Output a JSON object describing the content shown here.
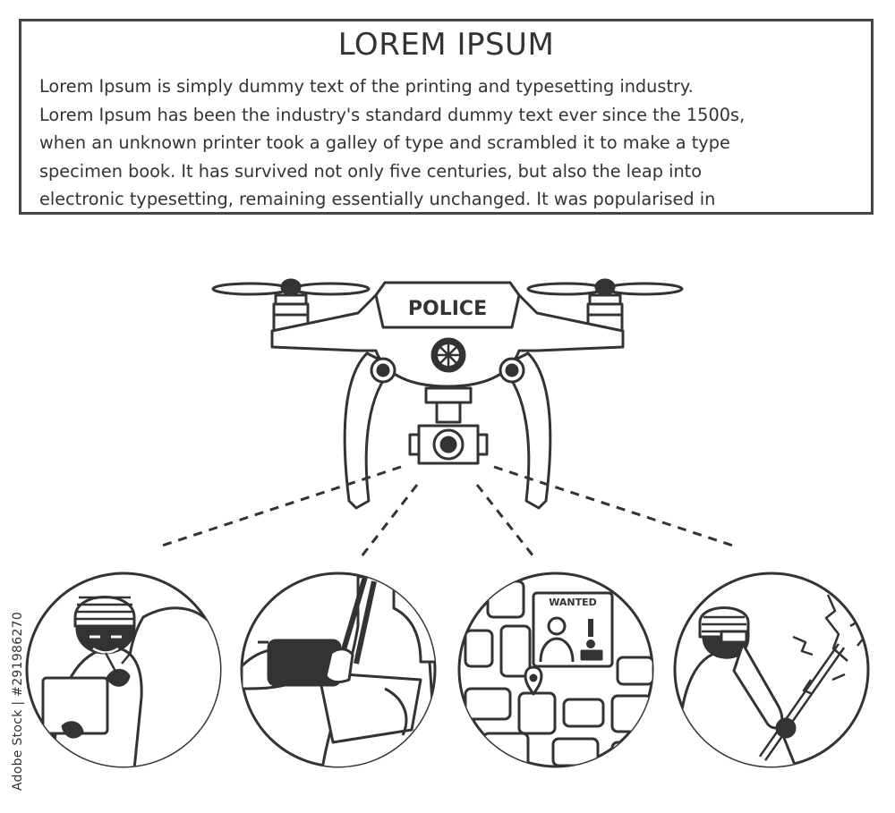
{
  "header": {
    "title": "LOREM IPSUM",
    "body": "Lorem Ipsum is simply dummy text of the printing and typesetting industry.\nLorem Ipsum has been the industry's standard dummy text ever since the 1500s,\nwhen an unknown printer took a galley of type and scrambled it to make a type\nspecimen book. It has survived not only five centuries, but also the leap into\nelectronic typesetting, remaining essentially unchanged. It was popularised in"
  },
  "drone": {
    "label": "POLICE"
  },
  "scenes": {
    "poster_label": "WANTED"
  },
  "stock_id": "Adobe Stock | #291986270",
  "colors": {
    "line": "#333333",
    "fill": "#ffffff",
    "ink": "#444444"
  }
}
